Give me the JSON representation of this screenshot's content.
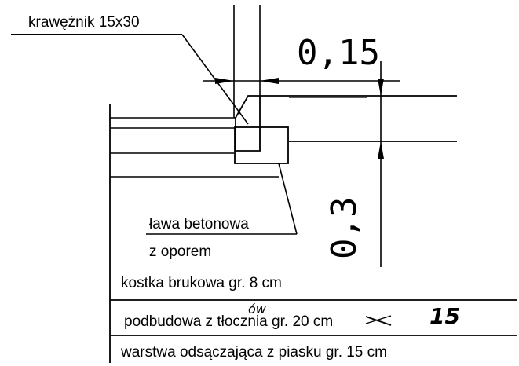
{
  "labels": {
    "curb": "krawężnik 15x30",
    "bench_line1": "ława betonowa",
    "bench_line2": "z oporem",
    "dim_width": "0,15",
    "dim_height": "0,3"
  },
  "layers": [
    {
      "text": "kostka brukowa gr. 8 cm"
    },
    {
      "text_before": "podbudowa z tłoczni",
      "strike_char": "a",
      "handwritten_edit": "ów",
      "text_after": " gr. ",
      "strike_value": "20",
      "text_unit": " cm",
      "handwritten_value": "15"
    },
    {
      "text": "warstwa odsączająca z piasku gr. 15 cm"
    }
  ],
  "colors": {
    "ink": "#000000",
    "paper": "#ffffff"
  }
}
